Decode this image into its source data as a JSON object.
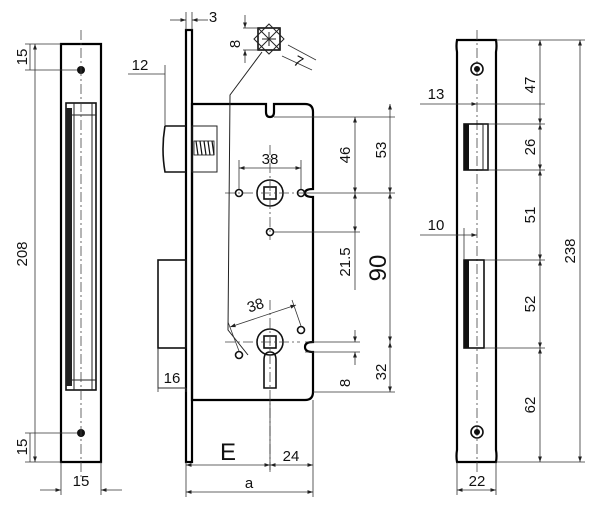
{
  "front_view": {
    "dim_top": "15",
    "dim_bottom": "15",
    "dim_height": "208",
    "dim_width": "15"
  },
  "side_view": {
    "dim_3": "3",
    "dim_12": "12",
    "dim_16": "16",
    "dim_8_square": "8",
    "dim_7": "7",
    "dim_38_top": "38",
    "dim_38_bottom": "38",
    "dim_46": "46",
    "dim_53": "53",
    "dim_21_5": "21.5",
    "dim_90": "90",
    "dim_8_slot": "8",
    "dim_32": "32",
    "dim_24": "24",
    "label_E": "E",
    "label_a": "a"
  },
  "rear_view": {
    "dim_47": "47",
    "dim_13": "13",
    "dim_26": "26",
    "dim_51": "51",
    "dim_10": "10",
    "dim_238": "238",
    "dim_52": "52",
    "dim_62": "62",
    "dim_22": "22"
  }
}
